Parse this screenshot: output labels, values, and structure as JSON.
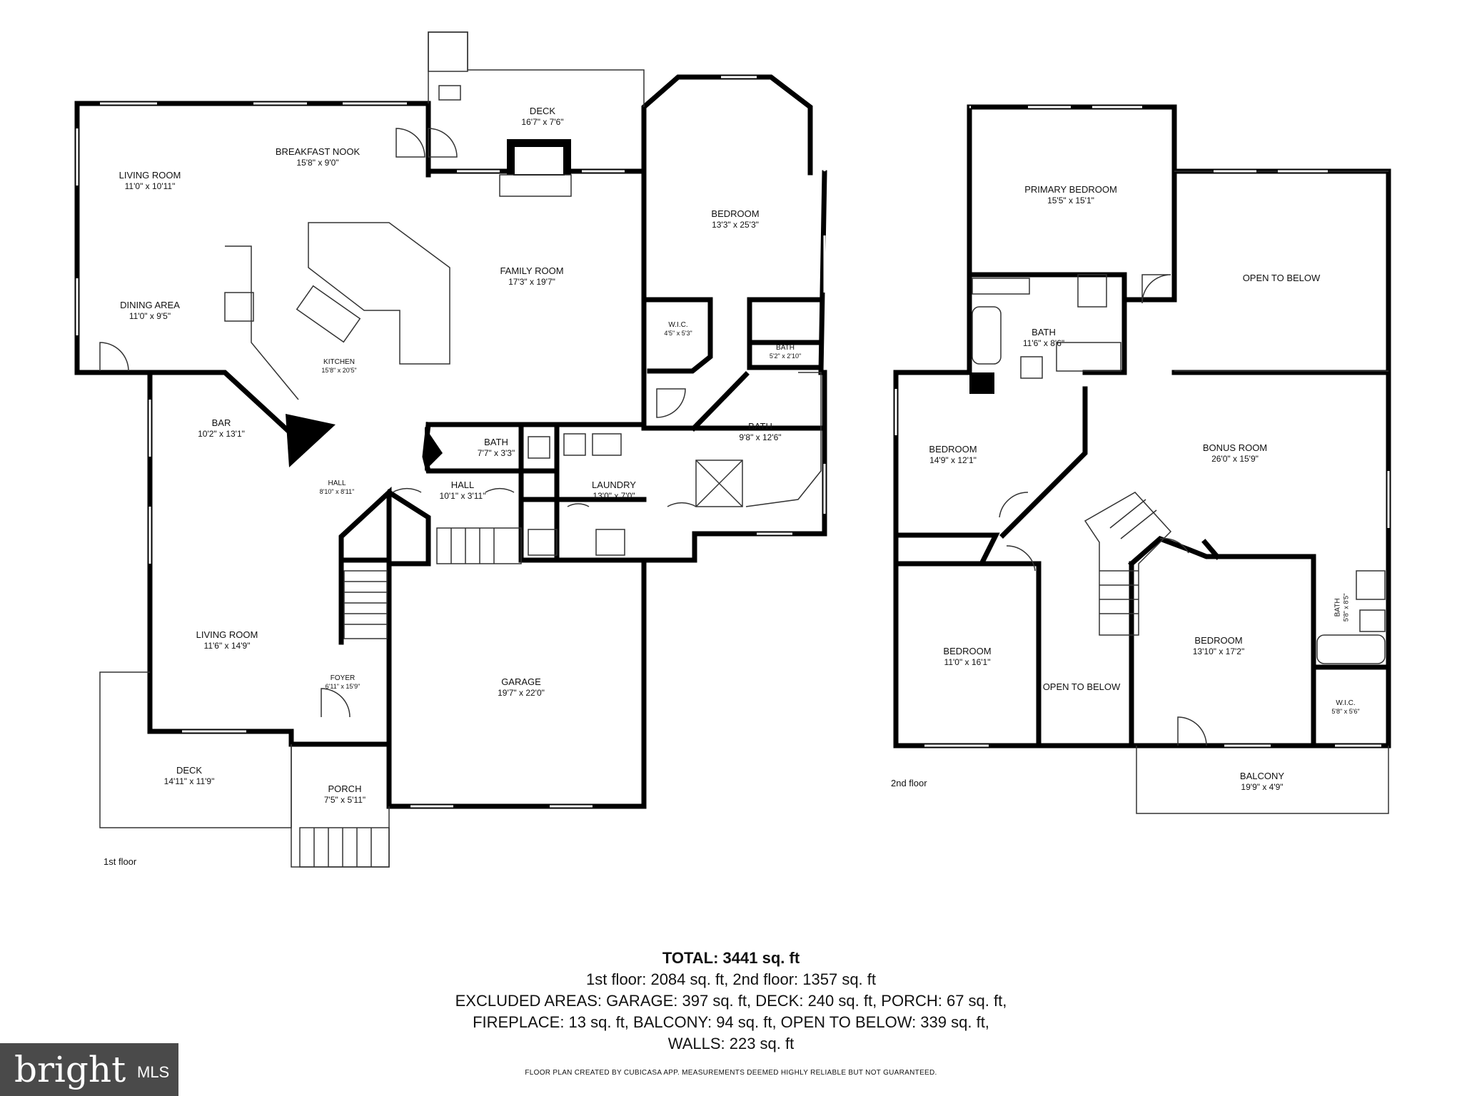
{
  "rooms": {
    "living_room_1": {
      "name": "LIVING ROOM",
      "dims": "11'0\" x 10'11\""
    },
    "dining_area": {
      "name": "DINING AREA",
      "dims": "11'0\" x 9'5\""
    },
    "breakfast_nook": {
      "name": "BREAKFAST NOOK",
      "dims": "15'8\" x 9'0\""
    },
    "deck_top": {
      "name": "DECK",
      "dims": "16'7\" x 7'6\""
    },
    "bedroom_1": {
      "name": "BEDROOM",
      "dims": "13'3\" x 25'3\""
    },
    "family_room": {
      "name": "FAMILY ROOM",
      "dims": "17'3\" x 19'7\""
    },
    "wic_1": {
      "name": "W.I.C.",
      "dims": "4'5\" x 5'3\""
    },
    "bath_small": {
      "name": "BATH",
      "dims": "5'2\" x 2'10\""
    },
    "kitchen": {
      "name": "KITCHEN",
      "dims": "15'8\" x 20'5\""
    },
    "bar": {
      "name": "BAR",
      "dims": "10'2\" x 13'1\""
    },
    "bath_hall": {
      "name": "BATH",
      "dims": "7'7\" x 3'3\""
    },
    "bath_large": {
      "name": "BATH",
      "dims": "9'8\" x 12'6\""
    },
    "hall_1": {
      "name": "HALL",
      "dims": "8'10\" x 8'11\""
    },
    "hall_2": {
      "name": "HALL",
      "dims": "10'1\" x 3'11\""
    },
    "laundry": {
      "name": "LAUNDRY",
      "dims": "13'0\" x 7'0\""
    },
    "living_room_2": {
      "name": "LIVING ROOM",
      "dims": "11'6\" x 14'9\""
    },
    "foyer": {
      "name": "FOYER",
      "dims": "6'11\" x 15'9\""
    },
    "garage": {
      "name": "GARAGE",
      "dims": "19'7\" x 22'0\""
    },
    "deck_bottom": {
      "name": "DECK",
      "dims": "14'11\" x 11'9\""
    },
    "porch": {
      "name": "PORCH",
      "dims": "7'5\" x 5'11\""
    },
    "primary_bedroom": {
      "name": "PRIMARY BEDROOM",
      "dims": "15'5\" x 15'1\""
    },
    "open_to_below_1": {
      "name": "OPEN TO BELOW"
    },
    "bath_2f": {
      "name": "BATH",
      "dims": "11'6\" x 8'6\""
    },
    "bedroom_2f_a": {
      "name": "BEDROOM",
      "dims": "14'9\" x 12'1\""
    },
    "bonus_room": {
      "name": "BONUS ROOM",
      "dims": "26'0\" x 15'9\""
    },
    "bedroom_2f_b": {
      "name": "BEDROOM",
      "dims": "11'0\" x 16'1\""
    },
    "open_to_below_2": {
      "name": "OPEN TO BELOW"
    },
    "bedroom_2f_c": {
      "name": "BEDROOM",
      "dims": "13'10\" x 17'2\""
    },
    "bath_2f_small": {
      "name": "BATH",
      "dims": "5'8\" x 8'5\""
    },
    "wic_2f": {
      "name": "W.I.C.",
      "dims": "5'8\" x 5'6\""
    },
    "balcony": {
      "name": "BALCONY",
      "dims": "19'9\" x 4'9\""
    }
  },
  "floor_labels": {
    "first": "1st floor",
    "second": "2nd floor"
  },
  "summary": {
    "total": "TOTAL: 3441 sq. ft",
    "line1": "1st floor: 2084 sq. ft, 2nd floor: 1357 sq. ft",
    "line2": "EXCLUDED AREAS: GARAGE: 397 sq. ft, DECK: 240 sq. ft, PORCH: 67 sq. ft,",
    "line3": "FIREPLACE: 13 sq. ft, BALCONY: 94 sq. ft, OPEN TO BELOW: 339 sq. ft,",
    "line4": "WALLS: 223 sq. ft"
  },
  "disclaimer": "FLOOR PLAN CREATED BY CUBICASA APP. MEASUREMENTS DEEMED HIGHLY RELIABLE BUT NOT GUARANTEED.",
  "logo": {
    "brand": "bright",
    "suffix": "MLS"
  },
  "colors": {
    "wall": "#000000",
    "logo_bg": "#4a4a4a"
  }
}
